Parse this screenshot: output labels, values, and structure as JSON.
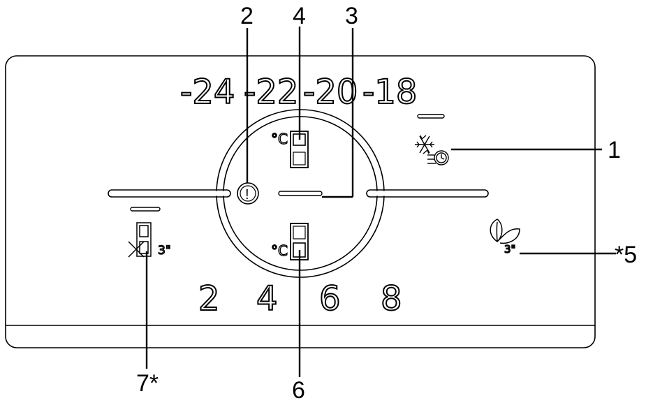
{
  "freezer_temps": [
    "-24",
    "-22",
    "-20",
    "-18"
  ],
  "fridge_temps": [
    "2",
    "4",
    "6",
    "8"
  ],
  "unit_top": "°C",
  "unit_bottom": "°C",
  "alarm_symbol": "!",
  "duration_eco": "3\"",
  "duration_door": "3\"",
  "callouts": {
    "c1": "1",
    "c2": "2",
    "c3": "3",
    "c4": "4",
    "c5": "*5",
    "c6": "6",
    "c7": "7*"
  },
  "icons": [
    "snowflake-timer-icon",
    "alarm-icon",
    "eco-leaf-icon",
    "door-alarm-icon",
    "fridge-display-icon",
    "freezer-display-icon"
  ]
}
